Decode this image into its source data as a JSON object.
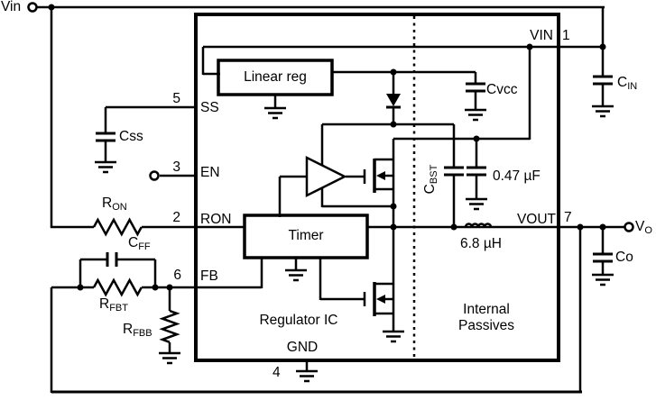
{
  "terminals": {
    "vin": "Vin",
    "vo": {
      "base": "V",
      "sub": "O"
    }
  },
  "ic": {
    "blocks": {
      "linear_reg": "Linear reg",
      "timer": "Timer"
    },
    "sections": {
      "left": "Regulator IC",
      "right": "Internal Passives"
    },
    "pins": {
      "vin": {
        "num": "1",
        "label": "VIN"
      },
      "ron": {
        "num": "2",
        "label": "RON"
      },
      "en": {
        "num": "3",
        "label": "EN"
      },
      "gnd": {
        "num": "4",
        "label": "GND"
      },
      "ss": {
        "num": "5",
        "label": "SS"
      },
      "fb": {
        "num": "6",
        "label": "FB"
      },
      "vout": {
        "num": "7",
        "label": "VOUT"
      }
    }
  },
  "components": {
    "css": {
      "label": "Css"
    },
    "cvcc": {
      "label": "Cvcc"
    },
    "cin": {
      "base": "C",
      "sub": "IN"
    },
    "co": {
      "label": "Co"
    },
    "cff": {
      "base": "C",
      "sub": "FF"
    },
    "cbst": {
      "base": "C",
      "sub": "BST"
    },
    "ron": {
      "base": "R",
      "sub": "ON"
    },
    "rfbt": {
      "base": "R",
      "sub": "FBT"
    },
    "rfbb": {
      "base": "R",
      "sub": "FBB"
    },
    "bypass_cap": {
      "label": "0.47 µF"
    },
    "inductor": {
      "label": "6.8 µH"
    }
  },
  "colors": {
    "wire": "#000000",
    "background": "#ffffff"
  }
}
